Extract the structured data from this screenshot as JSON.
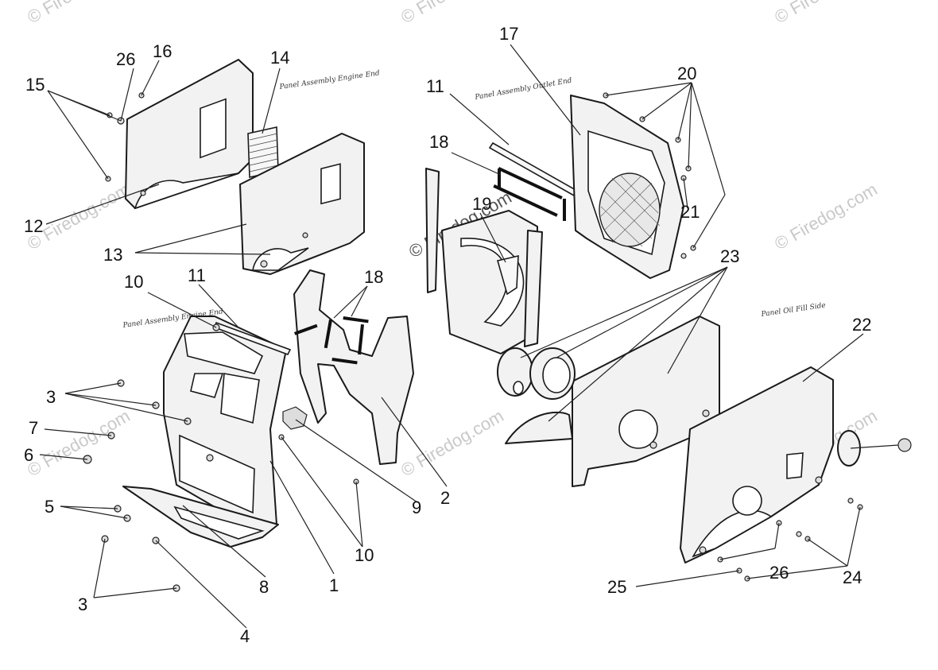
{
  "watermark": {
    "text": "© Firedog.com",
    "color": "#c9c9c9"
  },
  "notes": {
    "engine_end": "Panel Assembly Engine End",
    "outlet_end": "Panel Assembly Outlet End",
    "oil_fill_side": "Panel Oil Fill Side",
    "top_left": "Panel Assembly Engine End"
  },
  "callouts": [
    {
      "id": "1",
      "label": "1"
    },
    {
      "id": "2",
      "label": "2"
    },
    {
      "id": "3a",
      "label": "3"
    },
    {
      "id": "3b",
      "label": "3"
    },
    {
      "id": "4",
      "label": "4"
    },
    {
      "id": "5",
      "label": "5"
    },
    {
      "id": "6",
      "label": "6"
    },
    {
      "id": "7",
      "label": "7"
    },
    {
      "id": "8",
      "label": "8"
    },
    {
      "id": "9",
      "label": "9"
    },
    {
      "id": "10a",
      "label": "10"
    },
    {
      "id": "10b",
      "label": "10"
    },
    {
      "id": "11a",
      "label": "11"
    },
    {
      "id": "11b",
      "label": "11"
    },
    {
      "id": "12",
      "label": "12"
    },
    {
      "id": "13",
      "label": "13"
    },
    {
      "id": "14",
      "label": "14"
    },
    {
      "id": "15",
      "label": "15"
    },
    {
      "id": "16",
      "label": "16"
    },
    {
      "id": "17",
      "label": "17"
    },
    {
      "id": "18a",
      "label": "18"
    },
    {
      "id": "18b",
      "label": "18"
    },
    {
      "id": "19",
      "label": "19"
    },
    {
      "id": "20",
      "label": "20"
    },
    {
      "id": "21",
      "label": "21"
    },
    {
      "id": "22",
      "label": "22"
    },
    {
      "id": "23",
      "label": "23"
    },
    {
      "id": "24",
      "label": "24"
    },
    {
      "id": "25",
      "label": "25"
    },
    {
      "id": "26a",
      "label": "26"
    },
    {
      "id": "26b",
      "label": "26"
    }
  ]
}
